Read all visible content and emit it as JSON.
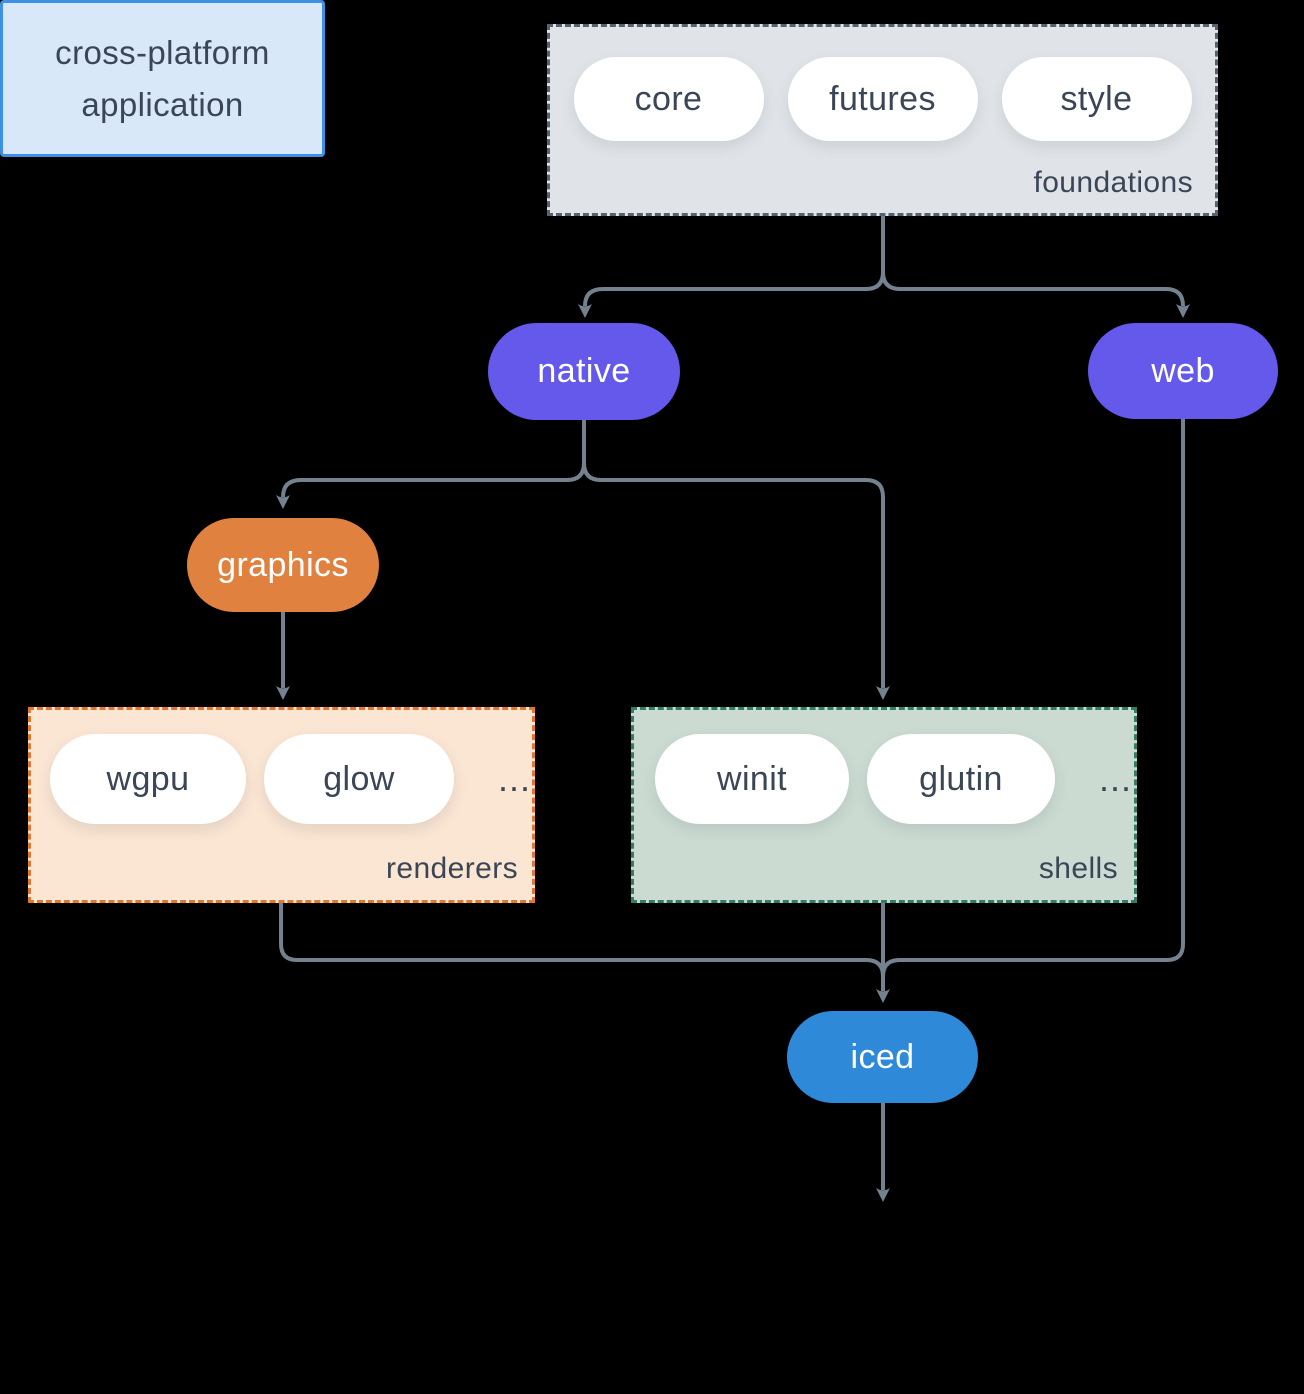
{
  "groups": {
    "foundations": {
      "label": "foundations",
      "pills": [
        "core",
        "futures",
        "style"
      ]
    },
    "renderers": {
      "label": "renderers",
      "pills": [
        "wgpu",
        "glow"
      ],
      "ellipsis": "..."
    },
    "shells": {
      "label": "shells",
      "pills": [
        "winit",
        "glutin"
      ],
      "ellipsis": "..."
    }
  },
  "nodes": {
    "native": "native",
    "web": "web",
    "graphics": "graphics",
    "iced": "iced",
    "app": "cross-platform application"
  },
  "colors": {
    "background": "#000000",
    "connector": "#74818F",
    "purple": "#6459EA",
    "orange": "#E08140",
    "blue": "#2E89D8",
    "foundations_fill": "#E0E4E8",
    "foundations_border": "#56626F",
    "renderers_fill": "#FBE5D3",
    "renderers_border": "#E2772E",
    "shells_fill": "#CBDBD2",
    "shells_border": "#2F7E68",
    "app_fill": "#D8E8F8",
    "app_border": "#3E8FE6",
    "pill_fill": "#FFFFFF",
    "text_dark": "#3A4656",
    "text_light": "#FFFFFF"
  }
}
